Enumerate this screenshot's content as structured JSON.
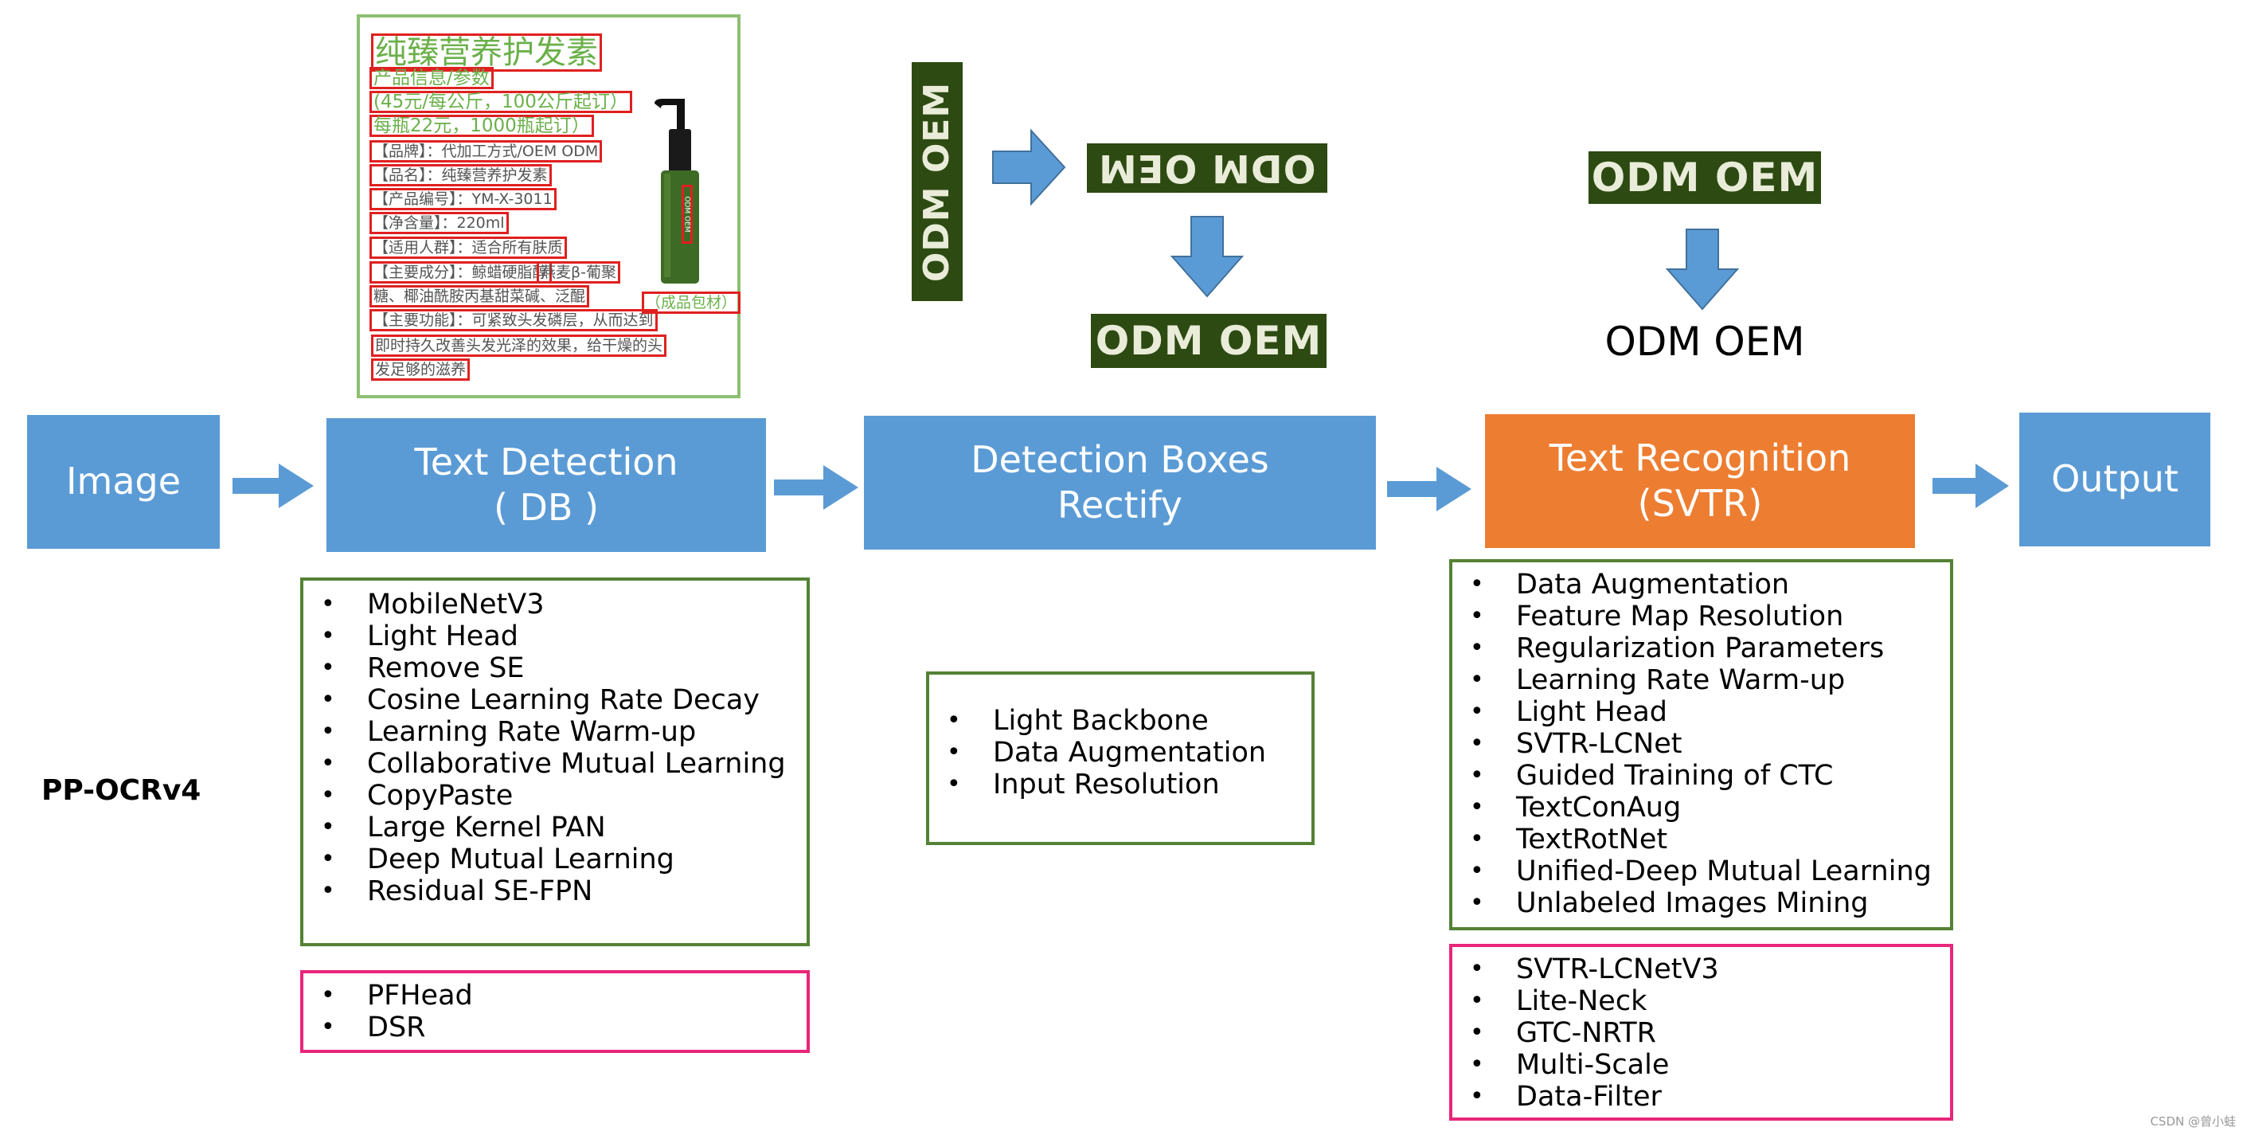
{
  "pipeline": {
    "image": "Image",
    "text_detection": "Text Detection\n( DB )",
    "detection_rectify": "Detection Boxes\nRectify",
    "text_recognition": "Text Recognition\n(SVTR)",
    "output": "Output"
  },
  "version_label": "PP-OCRv4",
  "detection_list": [
    "MobileNetV3",
    "Light Head",
    "Remove SE",
    "Cosine Learning Rate Decay",
    "Learning Rate Warm-up",
    "Collaborative Mutual Learning",
    "CopyPaste",
    "Large Kernel PAN",
    "Deep Mutual Learning",
    "Residual SE-FPN"
  ],
  "detection_new": [
    "PFHead",
    "DSR"
  ],
  "rectify_list": [
    "Light Backbone",
    "Data Augmentation",
    "Input Resolution"
  ],
  "recognition_list": [
    "Data Augmentation",
    "Feature Map Resolution",
    "Regularization Parameters",
    "Learning Rate Warm-up",
    "Light Head",
    "SVTR-LCNet",
    "Guided Training of CTC",
    "TextConAug",
    "TextRotNet",
    "Unified-Deep Mutual Learning",
    "Unlabeled Images Mining"
  ],
  "recognition_new": [
    "SVTR-LCNetV3",
    "Lite-Neck",
    "GTC-NRTR",
    "Multi-Scale",
    "Data-Filter"
  ],
  "crops": {
    "vertical": "ODM OEM",
    "flipped": "ODM OEM",
    "rectified": "ODM OEM",
    "recognition_input": "ODM OEM",
    "recognition_result": "ODM OEM"
  },
  "product_image": {
    "lines": [
      "纯臻营养护发素",
      "产品信息/参数",
      "(45元/每公斤，100公斤起订）",
      "每瓶22元，1000瓶起订）",
      "【品牌】：代加工方式/OEM ODM",
      "【品名】：纯臻营养护发素",
      "【产品编号】：YM-X-3011",
      "【净含量】：220ml",
      "【适用人群】：适合所有肤质",
      "【主要成分】：鲸蜡硬脂醇",
      "燕麦β-葡聚",
      "糖、椰油酰胺丙基甜菜碱、泛醌",
      "【主要功能】：可紧致头发磷层，从而达到",
      "即时持久改善头发光泽的效果，给干燥的头",
      "发足够的滋养"
    ],
    "bottle_label": "ODM OEM",
    "packaging_label": "（成品包材）"
  },
  "watermark": "CSDN @曾小蛙",
  "colors": {
    "stage_blue": "#5b9bd5",
    "stage_orange": "#ed7d31",
    "list_green": "#548235",
    "list_pink": "#e8267a",
    "tile_green": "#2d4a12"
  }
}
